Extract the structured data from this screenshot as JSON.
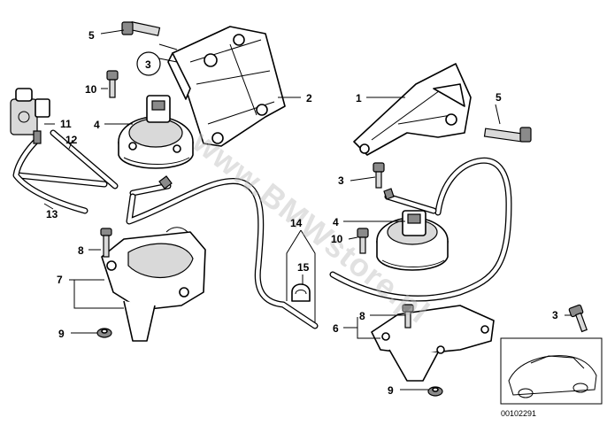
{
  "watermark": "www.BMWstore.pl",
  "diagram_code": "00102291",
  "callouts": {
    "c1": "1",
    "c2": "2",
    "c3a": "3",
    "c3b": "3",
    "c3c": "3",
    "c4a": "4",
    "c4b": "4",
    "c5a": "5",
    "c5b": "5",
    "c6": "6",
    "c7": "7",
    "c8a": "8",
    "c8b": "8",
    "c9a": "9",
    "c9b": "9",
    "c10a": "10",
    "c10b": "10",
    "c11": "11",
    "c12": "12",
    "c13": "13",
    "c14": "14",
    "c15": "15"
  }
}
